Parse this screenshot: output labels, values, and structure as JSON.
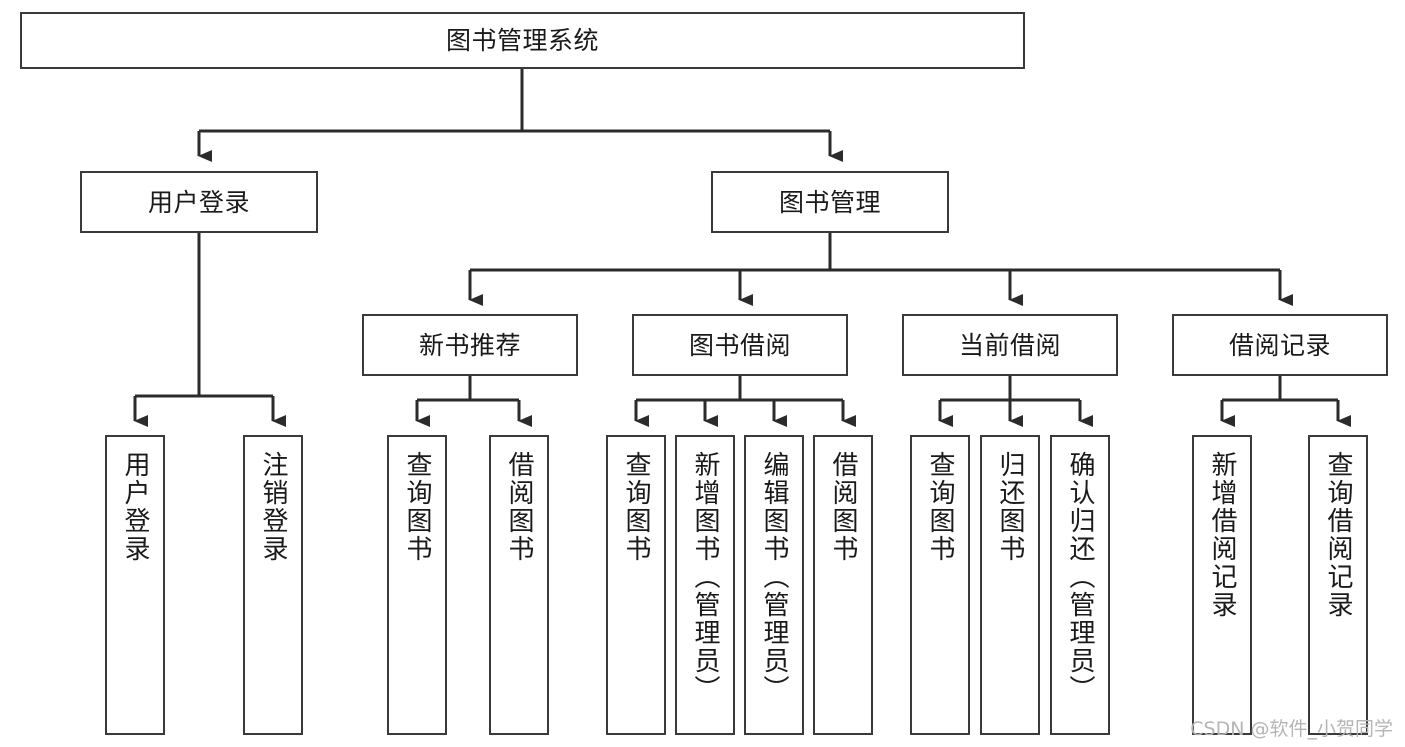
{
  "diagram": {
    "title": "图书管理系统",
    "type": "tree",
    "orientation": "top-down",
    "style": {
      "box_border_color": "#3a3a3a",
      "box_fill_color": "#ffffff",
      "line_color": "#2b2b2b",
      "text_color": "#1a1a1a",
      "background": "#ffffff"
    },
    "nodes": {
      "root": {
        "label": "图书管理系统",
        "level": 1
      },
      "l2": [
        {
          "id": "user-login",
          "label": "用户登录",
          "level": 2
        },
        {
          "id": "book-manage",
          "label": "图书管理",
          "level": 2
        }
      ],
      "l3": [
        {
          "id": "new-book-rec",
          "label": "新书推荐",
          "level": 3,
          "parent": "book-manage"
        },
        {
          "id": "book-borrow",
          "label": "图书借阅",
          "level": 3,
          "parent": "book-manage"
        },
        {
          "id": "current-borrow",
          "label": "当前借阅",
          "level": 3,
          "parent": "book-manage"
        },
        {
          "id": "borrow-record",
          "label": "借阅记录",
          "level": 3,
          "parent": "book-manage"
        }
      ],
      "leaves": [
        {
          "id": "leaf-user-login",
          "label": "用户登录",
          "parent": "user-login"
        },
        {
          "id": "leaf-user-logout",
          "label": "注销登录",
          "parent": "user-login"
        },
        {
          "id": "leaf-query-book-1",
          "label": "查询图书",
          "parent": "new-book-rec"
        },
        {
          "id": "leaf-borrow-book-1",
          "label": "借阅图书",
          "parent": "new-book-rec"
        },
        {
          "id": "leaf-query-book-2",
          "label": "查询图书",
          "parent": "book-borrow"
        },
        {
          "id": "leaf-add-book",
          "label": "新增图书（管理员）",
          "parent": "book-borrow"
        },
        {
          "id": "leaf-edit-book",
          "label": "编辑图书（管理员）",
          "parent": "book-borrow"
        },
        {
          "id": "leaf-borrow-book-2",
          "label": "借阅图书",
          "parent": "book-borrow"
        },
        {
          "id": "leaf-query-book-3",
          "label": "查询图书",
          "parent": "current-borrow"
        },
        {
          "id": "leaf-return-book",
          "label": "归还图书",
          "parent": "current-borrow"
        },
        {
          "id": "leaf-confirm-return",
          "label": "确认归还（管理员）",
          "parent": "current-borrow"
        },
        {
          "id": "leaf-add-record",
          "label": "新增借阅记录",
          "parent": "borrow-record"
        },
        {
          "id": "leaf-query-record",
          "label": "查询借阅记录",
          "parent": "borrow-record"
        }
      ]
    }
  },
  "watermark": {
    "text": "CSDN @软件_小贺同学"
  }
}
